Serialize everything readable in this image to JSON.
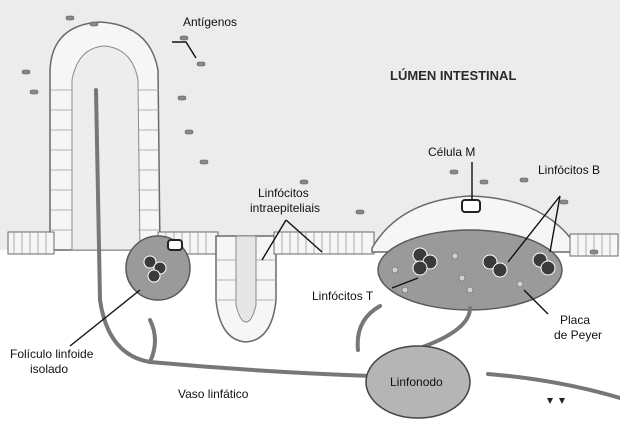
{
  "labels": {
    "lumen": "LÚMEN INTESTINAL",
    "antigens": "Antígenos",
    "m_cell": "Célula M",
    "intraepithelial_line1": "Linfócitos",
    "intraepithelial_line2": "intraepiteliais",
    "b_lymphocytes": "Linfócitos B",
    "t_lymphocytes": "Linfócitos T",
    "peyer_line1": "Placa",
    "peyer_line2": "de Peyer",
    "follicle_line1": "Folículo linfoide",
    "follicle_line2": "isolado",
    "lymph_vessel": "Vaso linfático",
    "lymph_node": "Linfonodo"
  },
  "colors": {
    "lumen_background": "#ececec",
    "epithelium": "#f6f6f6",
    "cell_outline": "#6a6a6a",
    "lymphoid_tissue": "#9a9a9a",
    "lymph_node_fill": "#b5b5b5",
    "vessel": "#777777",
    "lymphocyte": "#3a3a3a"
  }
}
